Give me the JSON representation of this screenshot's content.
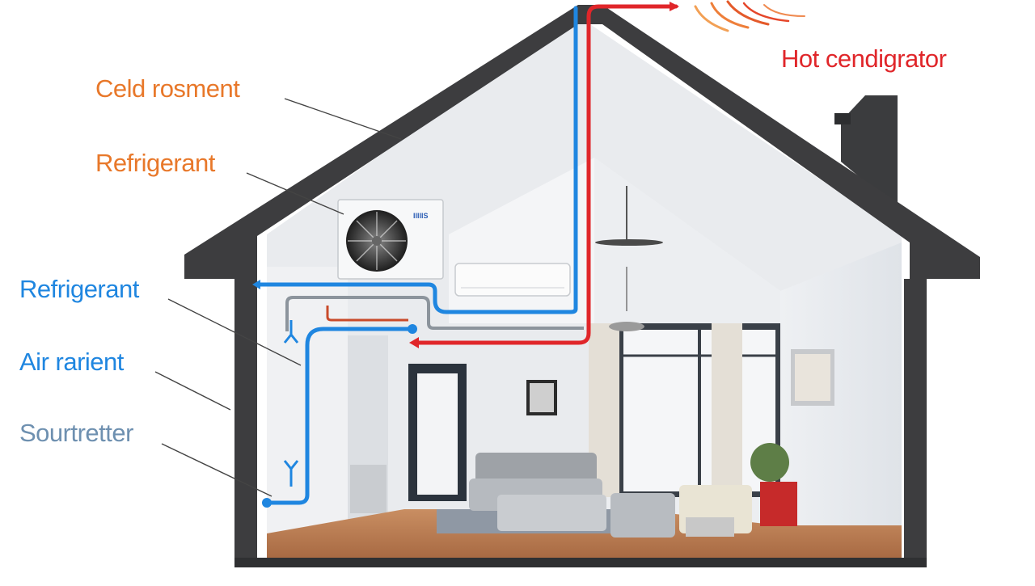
{
  "labels": {
    "hot": "Hot cendigrator",
    "cold": "Celd rosment",
    "refrigerant_top": "Refrigerant",
    "refrigerant_left": "Refrigerant",
    "air": "Air rarient",
    "source": "Sourtretter"
  },
  "outdoor_unit": {
    "brand": "IIIIIS"
  },
  "colors": {
    "cold_line": "#1f86e0",
    "hot_line": "#e0262a",
    "roof": "#3d3d3f",
    "label_orange": "#e8782a",
    "label_blue": "#1f86e0",
    "label_grey": "#6e90b0"
  }
}
